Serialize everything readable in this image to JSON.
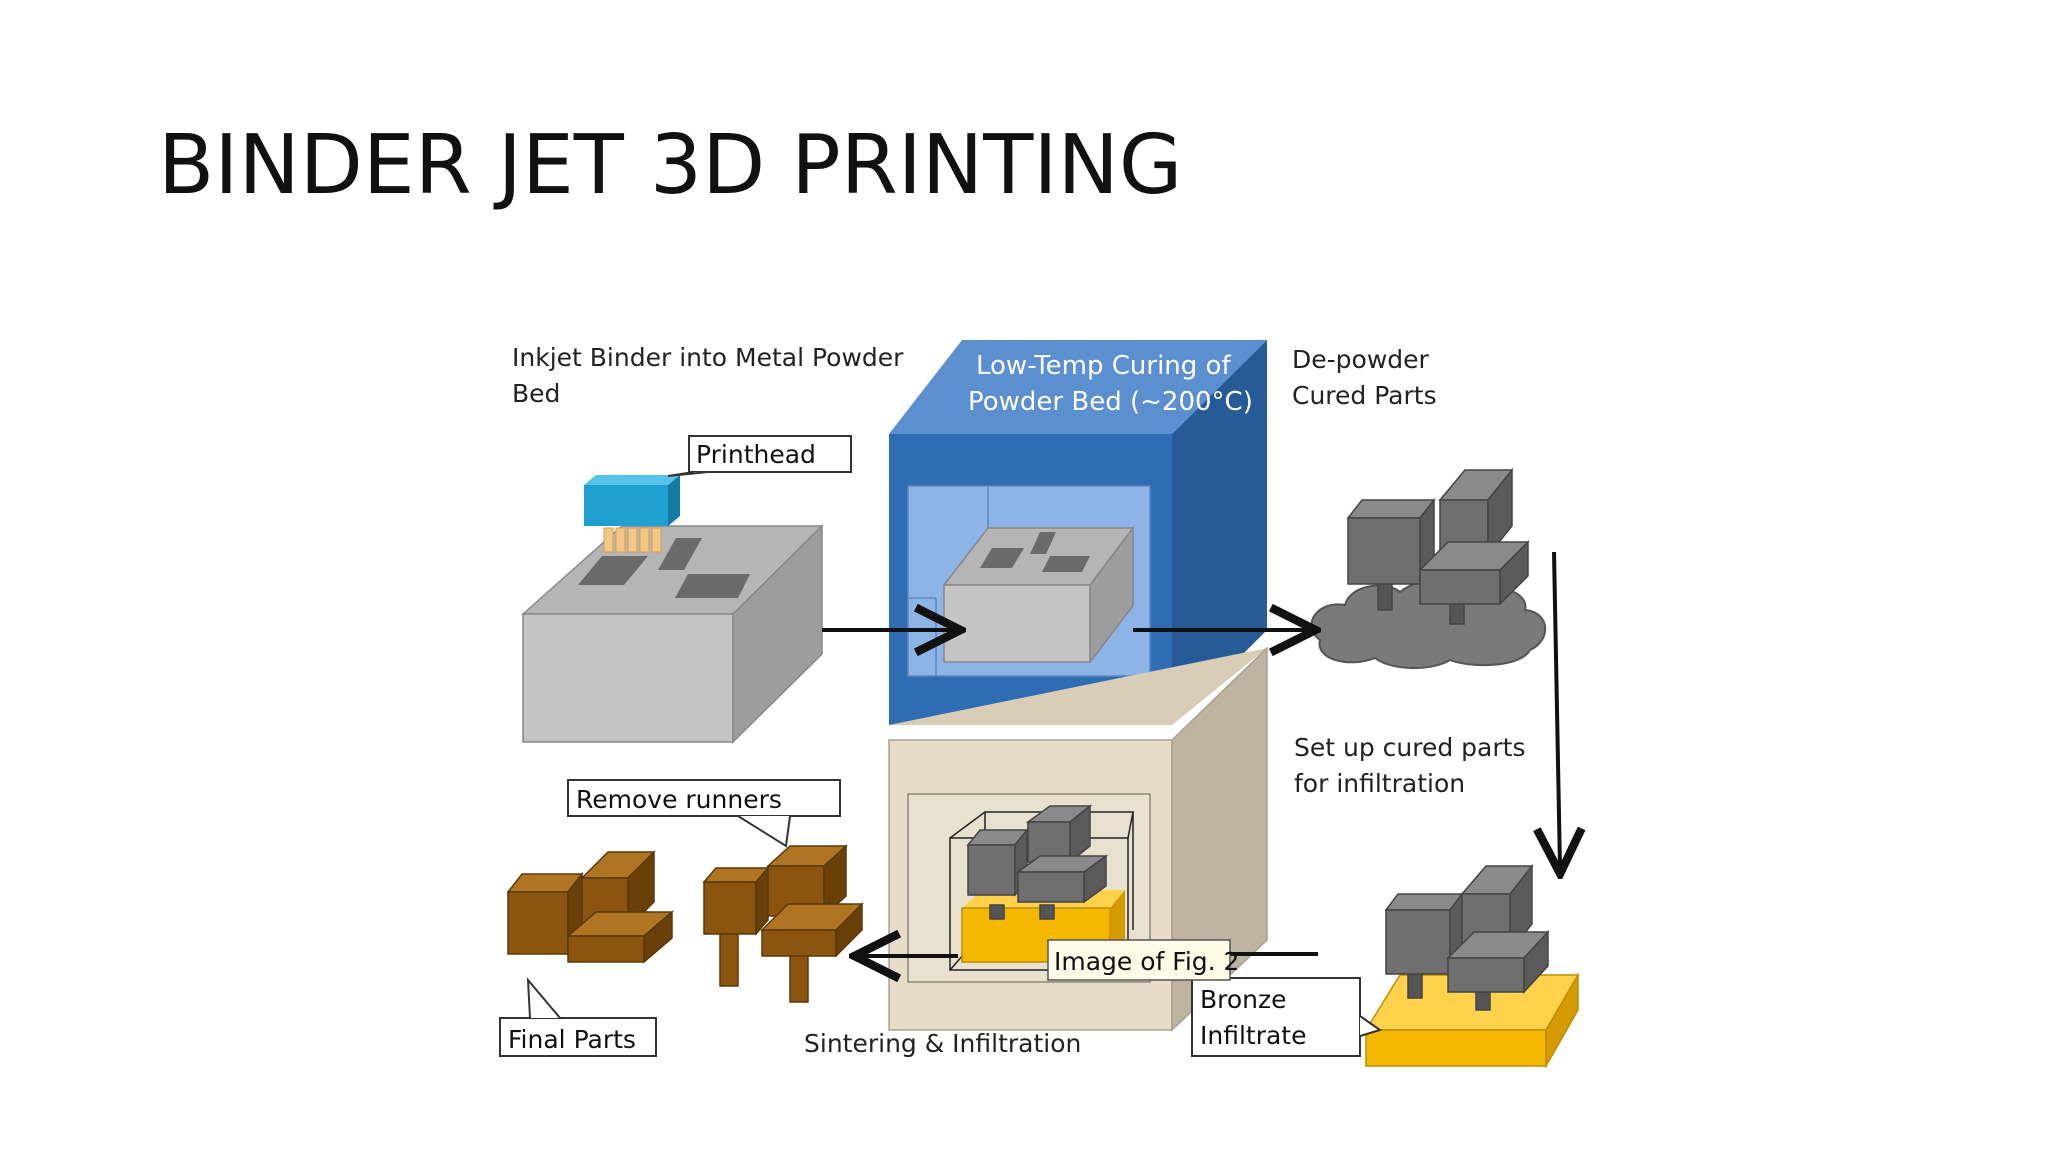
{
  "slide": {
    "title": "BINDER JET 3D PRINTING"
  },
  "diagram": {
    "stage1_label": [
      "Inkjet Binder into Metal Powder",
      "Bed"
    ],
    "printhead_callout": "Printhead",
    "stage2_label": [
      "Low-Temp Curing of",
      "Powder Bed (~200°C)"
    ],
    "stage3_label": [
      "De-powder",
      "Cured Parts"
    ],
    "stage4_label": [
      "Set up cured parts",
      "for infiltration"
    ],
    "bronze_callout": [
      "Bronze",
      "Infiltrate"
    ],
    "tooltip": "Image of Fig. 2",
    "stage5_label": "Sintering & Infiltration",
    "remove_runners_callout": "Remove runners",
    "final_parts_callout": "Final Parts"
  },
  "colors": {
    "oven_blue": "#2f6db3",
    "oven_blue_dark": "#275b97",
    "oven_window": "#8db4e6",
    "powder_gray": "#c4c4c4",
    "part_gray": "#6f6f6f",
    "furnace_beige": "#e6dcc8",
    "bronze_yellow": "#f5b800",
    "final_brown": "#8b5510",
    "printhead_cyan": "#1f9fcf"
  }
}
